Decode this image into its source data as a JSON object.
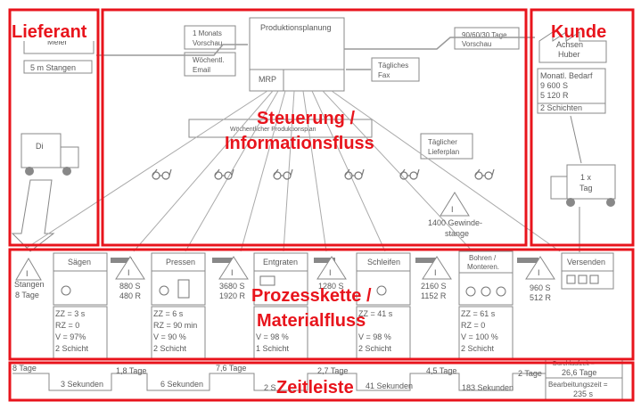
{
  "colors": {
    "highlight_red": "#e8141c",
    "diagram_gray": "#7a7a7a",
    "box_fill": "#ffffff"
  },
  "regions": {
    "supplier": "Lieferant",
    "customer": "Kunde",
    "control": "Steuerung /",
    "control_line2": "Informationsfluss",
    "process_chain": "Prozesskette /",
    "process_chain_line2": "Materialfluss",
    "timeline": "Zeitleiste"
  },
  "supplier": {
    "name": "Meier",
    "material": "5 m Stangen",
    "delivery": "Di"
  },
  "customer": {
    "name": "Achsen",
    "name_line2": "Huber",
    "demand": [
      "Monatl. Bedarf",
      "9 600 S",
      "5 120 R",
      "2 Schichten"
    ],
    "delivery": "1 x",
    "delivery_line2": "Tag"
  },
  "control": {
    "planning": "Produktionsplanung",
    "mrp": "MRP",
    "monthly_forecast": "1 Monats",
    "monthly_forecast_line2": "Vorschau",
    "weekly_email": "Wöchentl.",
    "weekly_email_line2": "Email",
    "customer_forecast": "90/60/30 Tage",
    "customer_forecast_line2": "Vorschau",
    "daily_fax": "Tägliches",
    "daily_fax_line2": "Fax",
    "weekly_plan": "Wöchentlicher Produktionsplan",
    "daily_delivery_plan": "Täglicher",
    "daily_delivery_plan_line2": "Lieferplan",
    "inventory_threads": "1400 Gewinde-",
    "inventory_threads_line2": "stange"
  },
  "processes": [
    {
      "name": "Sägen",
      "data": [
        "ZZ = 3 s",
        "RZ = 0",
        "V = 97%",
        "2 Schicht"
      ]
    },
    {
      "name": "Pressen",
      "data": [
        "ZZ = 6 s",
        "RZ = 90 min",
        "V = 90 %",
        "2 Schicht"
      ]
    },
    {
      "name": "Entgraten",
      "data": [
        "",
        "",
        "V = 98 %",
        "1 Schicht"
      ]
    },
    {
      "name": "Schleifen",
      "data": [
        "ZZ = 41 s",
        "",
        "V = 98 %",
        "2 Schicht"
      ]
    },
    {
      "name": "Bohren /",
      "name_line2": "Monteren.",
      "data": [
        "ZZ = 61 s",
        "RZ = 0",
        "V = 100 %",
        "2 Schicht"
      ]
    },
    {
      "name": "Versenden"
    }
  ],
  "inventories": [
    {
      "label": "I",
      "value": "Stangen",
      "value_line2": "8 Tage"
    },
    {
      "label": "I",
      "value": "880 S",
      "value_line2": "480 R"
    },
    {
      "label": "I",
      "value": "3680 S",
      "value_line2": "1920 R"
    },
    {
      "label": "I",
      "value": "1280 S",
      "value_line2": ""
    },
    {
      "label": "I",
      "value": "2160 S",
      "value_line2": "1152 R"
    },
    {
      "label": "I",
      "value": "960 S",
      "value_line2": "512 R"
    }
  ],
  "timeline": {
    "wait_times": [
      "8 Tage",
      "1,8 Tage",
      "7,6 Tage",
      "2,7 Tage",
      "4,5 Tage",
      "2 Tage"
    ],
    "process_times": [
      "3 Sekunden",
      "6 Sekunden",
      "2 S",
      "41 Sekunden",
      "183 Sekunden"
    ],
    "lead_time_label": "Durchlaufzeit =",
    "lead_time": "26,6 Tage",
    "processing_label": "Bearbeitungszeit =",
    "processing_time": "235 s"
  }
}
